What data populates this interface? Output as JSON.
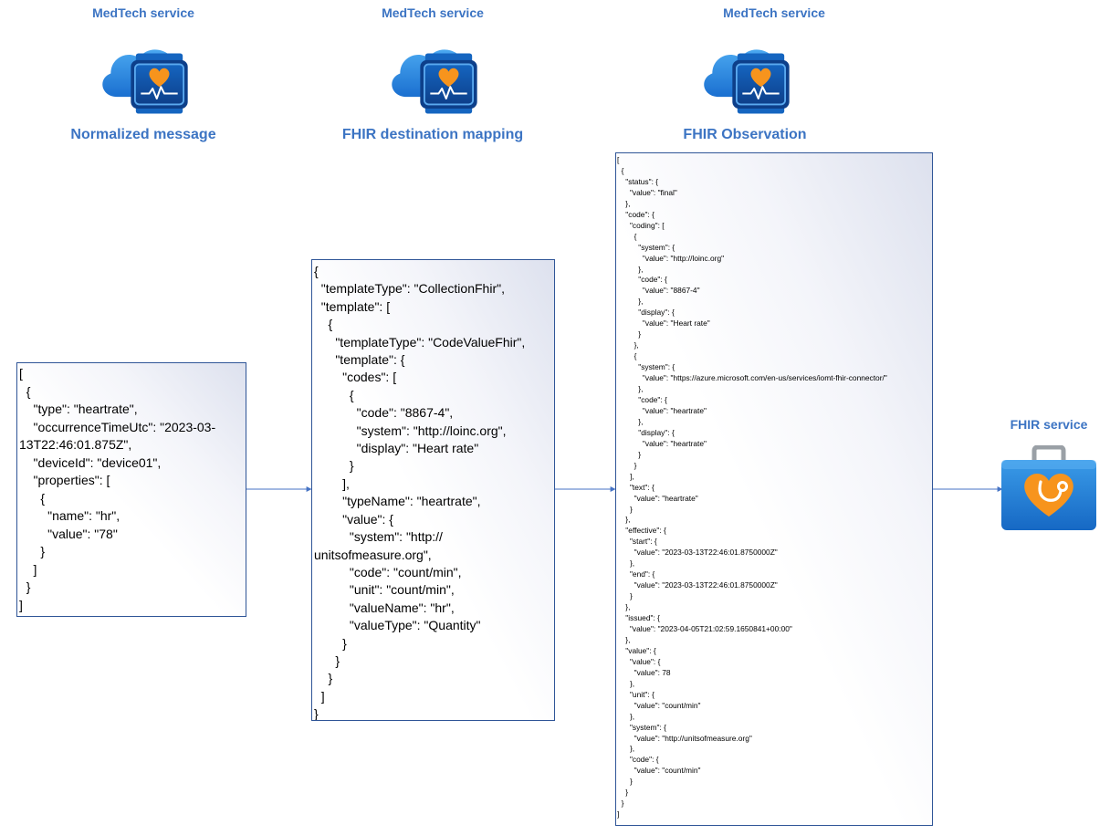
{
  "stages": [
    {
      "service_label": "MedTech service",
      "title": "Normalized message",
      "icon": "medtech-service-icon",
      "code": "[\n  {\n    \"type\": \"heartrate\",\n    \"occurrenceTimeUtc\": \"2023-03-\n13T22:46:01.875Z\",\n    \"deviceId\": \"device01\",\n    \"properties\": [\n      {\n        \"name\": \"hr\",\n        \"value\": \"78\"\n      }\n    ]\n  }\n]"
    },
    {
      "service_label": "MedTech service",
      "title": "FHIR destination mapping",
      "icon": "medtech-service-icon",
      "code": "{\n  \"templateType\": \"CollectionFhir\",\n  \"template\": [\n    {\n      \"templateType\": \"CodeValueFhir\",\n      \"template\": {\n        \"codes\": [\n          {\n            \"code\": \"8867-4\",\n            \"system\": \"http://loinc.org\",\n            \"display\": \"Heart rate\"\n          }\n        ],\n        \"typeName\": \"heartrate\",\n        \"value\": {\n          \"system\": \"http://\nunitsofmeasure.org\",\n          \"code\": \"count/min\",\n          \"unit\": \"count/min\",\n          \"valueName\": \"hr\",\n          \"valueType\": \"Quantity\"\n        }\n      }\n    }\n  ]\n}"
    },
    {
      "service_label": "MedTech service",
      "title": "FHIR Observation",
      "icon": "medtech-service-icon",
      "code": "[\n  {\n    \"status\": {\n      \"value\": \"final\"\n    },\n    \"code\": {\n      \"coding\": [\n        {\n          \"system\": {\n            \"value\": \"http://loinc.org\"\n          },\n          \"code\": {\n            \"value\": \"8867-4\"\n          },\n          \"display\": {\n            \"value\": \"Heart rate\"\n          }\n        },\n        {\n          \"system\": {\n            \"value\": \"https://azure.microsoft.com/en-us/services/iomt-fhir-connector/\"\n          },\n          \"code\": {\n            \"value\": \"heartrate\"\n          },\n          \"display\": {\n            \"value\": \"heartrate\"\n          }\n        }\n      ],\n      \"text\": {\n        \"value\": \"heartrate\"\n      }\n    },\n    \"effective\": {\n      \"start\": {\n        \"value\": \"2023-03-13T22:46:01.8750000Z\"\n      },\n      \"end\": {\n        \"value\": \"2023-03-13T22:46:01.8750000Z\"\n      }\n    },\n    \"issued\": {\n      \"value\": \"2023-04-05T21:02:59.1650841+00:00\"\n    },\n    \"value\": {\n      \"value\": {\n        \"value\": 78\n      },\n      \"unit\": {\n        \"value\": \"count/min\"\n      },\n      \"system\": {\n        \"value\": \"http://unitsofmeasure.org\"\n      },\n      \"code\": {\n        \"value\": \"count/min\"\n      }\n    }\n  }\n]"
    }
  ],
  "destination": {
    "title": "FHIR service",
    "icon": "fhir-service-icon"
  },
  "colors": {
    "label_blue": "#3c74c3",
    "box_border": "#2f5597",
    "connector": "#4472c4",
    "heart_orange": "#f7941d"
  }
}
